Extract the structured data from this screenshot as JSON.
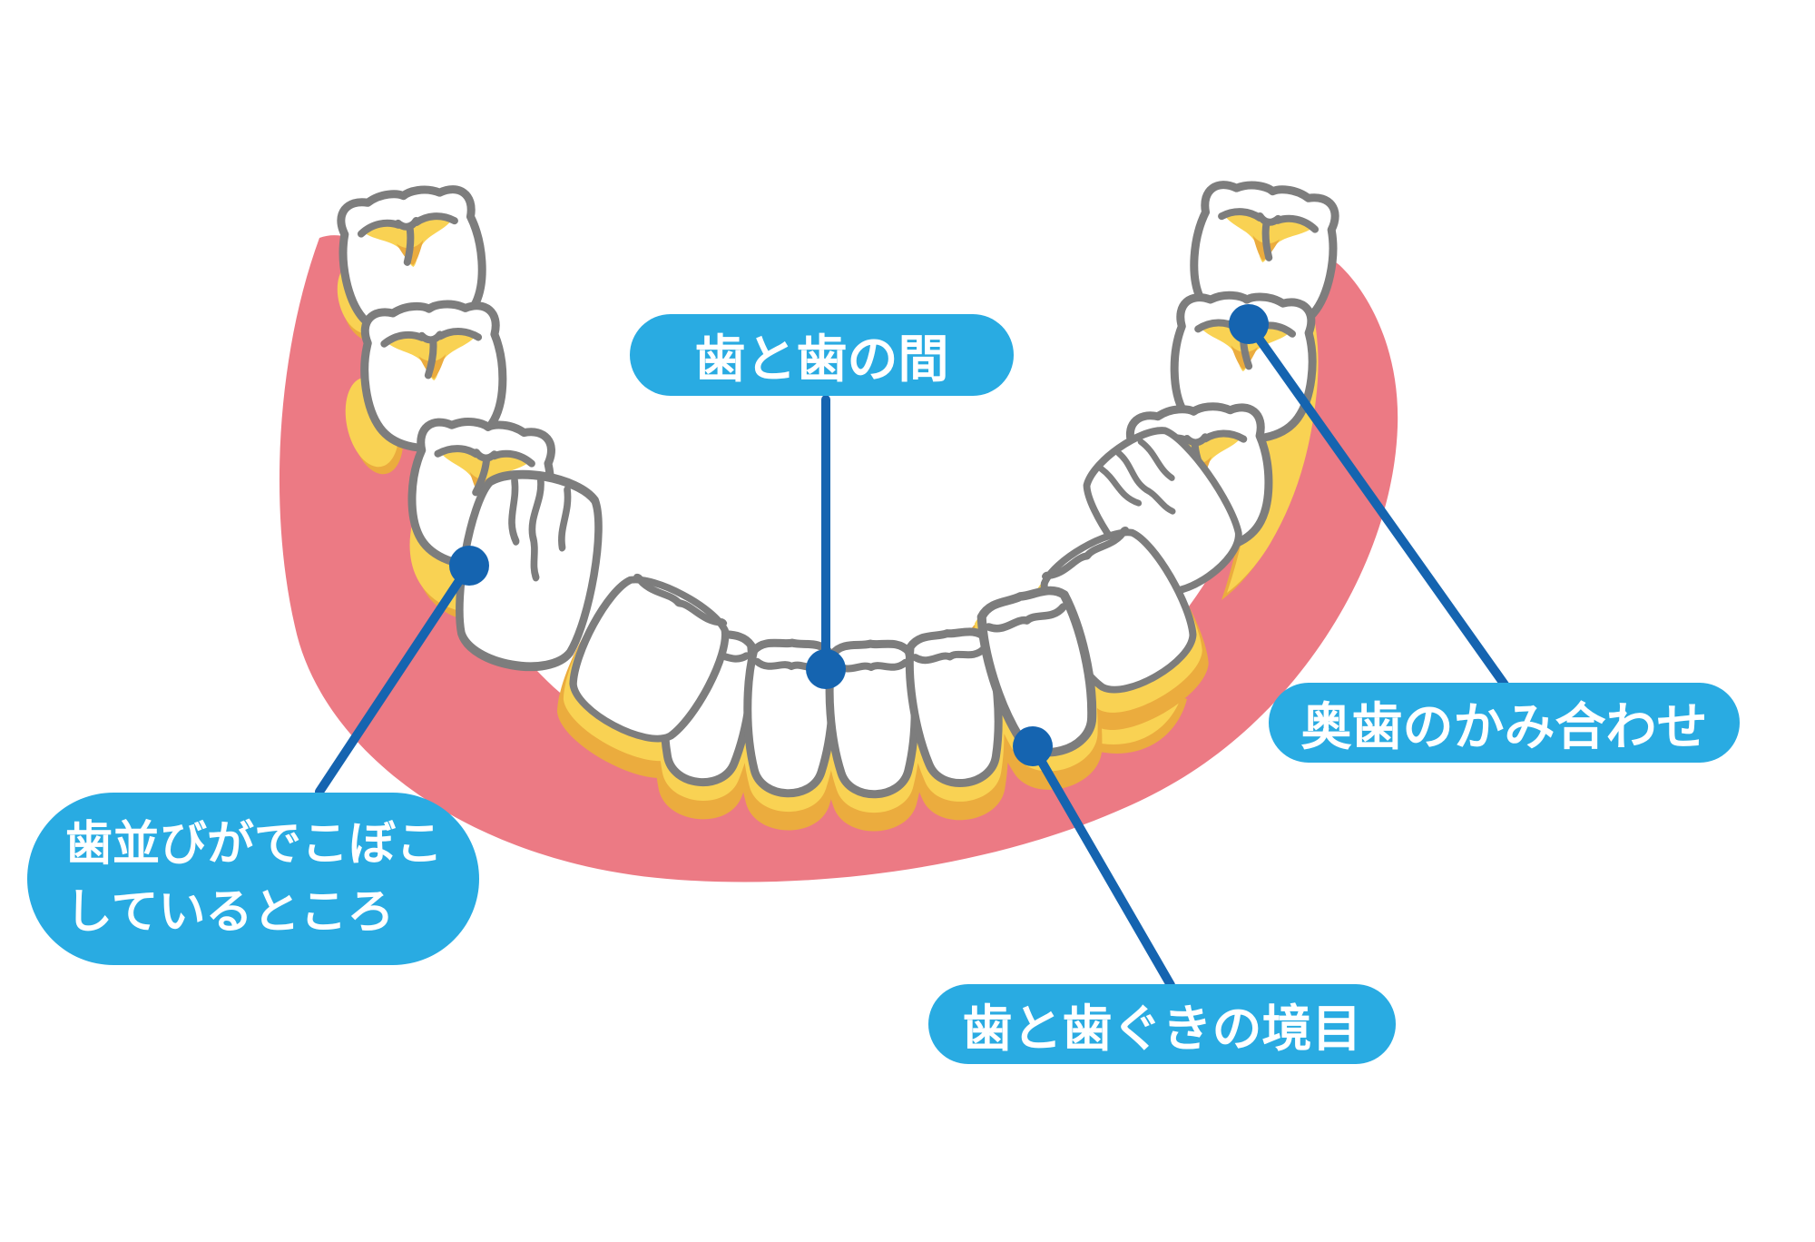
{
  "figure": {
    "type": "dental-plaque-diagram",
    "labels": {
      "between_teeth": "歯と歯の間",
      "molar_bite": "奥歯のかみ合わせ",
      "gumline": "歯と歯ぐきの境目",
      "crooked_line1": "歯並びがでこぼこ",
      "crooked_line2": "しているところ"
    },
    "icons": {
      "dental_arch": "lower-dental-arch-illustration",
      "plaque_marks": "yellow-plaque-areas",
      "leader_dots": "callout-pointer-dots"
    }
  },
  "colors": {
    "pill": "#29ABE2",
    "leader": "#1564B0",
    "gum": "#EC7A84",
    "plaque": "#F9D253",
    "plaque_shadow": "#EBAC3E",
    "outline": "#7D7D7D",
    "tooth": "#FFFFFF",
    "background": "#FFFFFF",
    "label_text": "#FFFFFF"
  }
}
